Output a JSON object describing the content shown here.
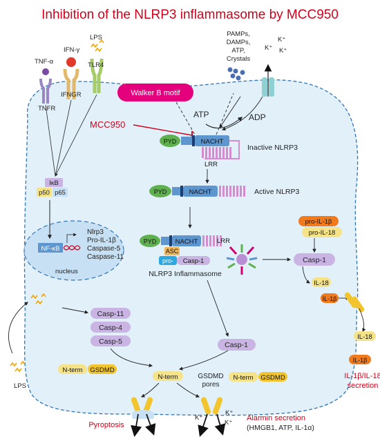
{
  "title": "Inhibition of the NLRP3 inflammasome by MCC950",
  "colors": {
    "title": "#d0021b",
    "cell": "#e2f0fa",
    "membrane": "#2f74b5",
    "nlrp3": "#d38ccf",
    "nacht": "#5e96cf",
    "pyd": "#5fb04e",
    "asc": "#f0b65a",
    "casp": "#c9b4e3",
    "pill_yellow": "#f5e38a",
    "walker": "#e4007c"
  },
  "receptors": {
    "tnfa": "TNF-α",
    "ifng": "IFN-γ",
    "lps": "LPS",
    "tnfr": "TNFR",
    "ifngr": "IFNGR",
    "tlr4": "TLR4"
  },
  "pamps": "PAMPs,\nDAMPs,\nATP,\nCrystals",
  "k": "K⁺",
  "walker": "Walker B motif",
  "mcc950": "MCC950",
  "atp": "ATP",
  "adp": "ADP",
  "pyd": "PYD",
  "nacht": "NACHT",
  "lrr": "LRR",
  "inactive": "Inactive NLRP3",
  "active": "Active NLRP3",
  "inflammasome": "NLRP3 Inflammasome",
  "asc": "ASC",
  "pro": "pro-",
  "casp1": "Casp-1",
  "ikb": "IκB",
  "p50": "p50",
  "p65": "p65",
  "nfkb": "NF-κB",
  "genes": [
    "Nlrp3",
    "Pro-IL-1β",
    "Caspase-5",
    "Caspase-11"
  ],
  "nucleus": "nucleus",
  "pro_il1b": "pro-IL-1β",
  "pro_il18": "pro-IL-18",
  "il18": "IL-18",
  "il1b": "IL-1β",
  "casp11": "Casp-11",
  "casp4": "Casp-4",
  "casp5": "Casp-5",
  "nterm": "N-term",
  "gsdmd": "GSDMD",
  "gsdmd_pores": "GSDMD\npores",
  "pyroptosis": "Pyroptosis",
  "alarmin": "Alarmin secretion",
  "alarmin_sub": "(HMGB1, ATP, IL-1α)",
  "secretion": "IL-1β/IL-18\nsecretion"
}
